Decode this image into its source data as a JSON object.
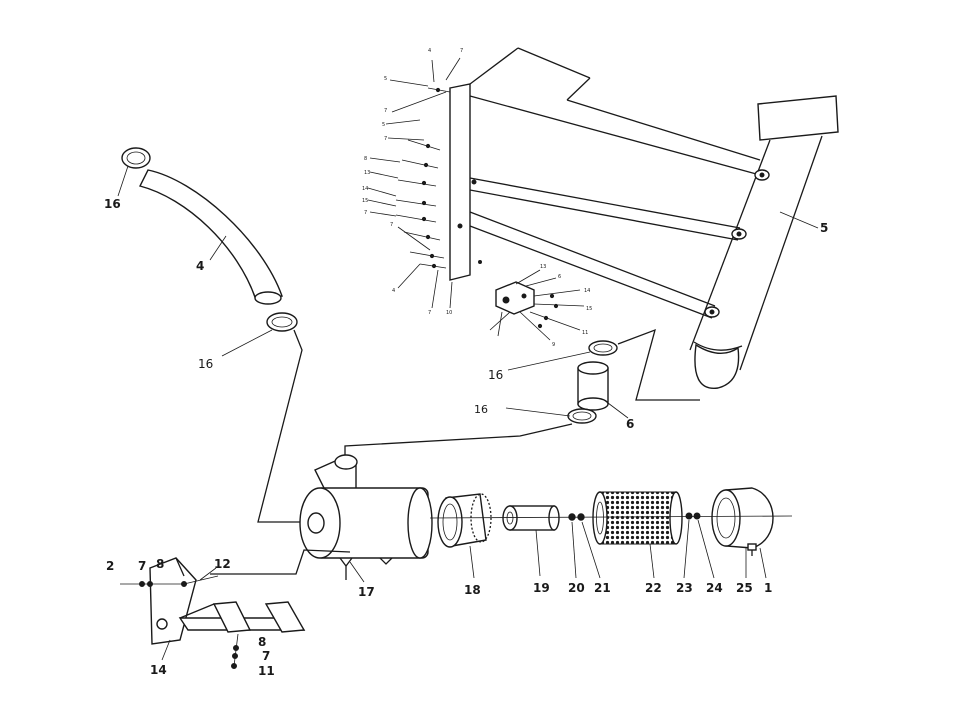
{
  "labels": {
    "p1": "1",
    "p2": "2",
    "p4": "4",
    "p5": "5",
    "p6": "6",
    "p7a": "7",
    "p7b": "7",
    "p8a": "8",
    "p8b": "8",
    "p11": "11",
    "p12": "12",
    "p14": "14",
    "p16a": "16",
    "p16b": "16",
    "p16c": "16",
    "p16d": "16",
    "p17": "17",
    "p18": "18",
    "p19": "19",
    "p20": "20",
    "p21": "21",
    "p22": "22",
    "p23": "23",
    "p24": "24",
    "p25": "25"
  },
  "small_labels": {
    "s4": "4",
    "s7a": "7",
    "s5a": "5",
    "s7b": "7",
    "s5b": "5",
    "s7c": "7",
    "s8": "8",
    "s13": "13",
    "s14": "14",
    "s15": "15",
    "s7d": "7",
    "s7e": "7",
    "s4b": "4",
    "s7f": "7",
    "s10": "10",
    "s13b": "13",
    "s6": "6",
    "s14b": "14",
    "s15b": "15",
    "s11": "11",
    "s9": "9"
  }
}
